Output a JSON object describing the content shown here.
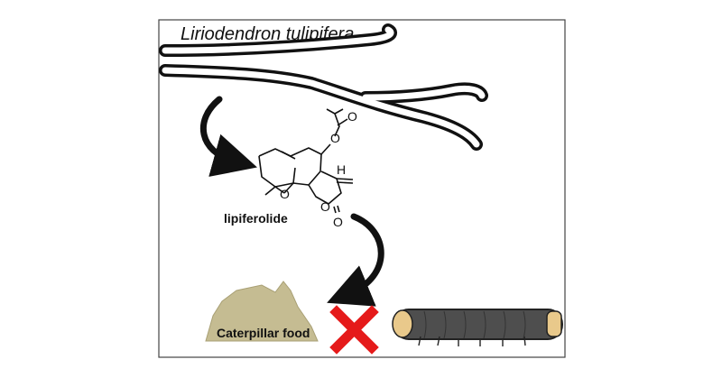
{
  "diagram": {
    "species_name": "Liriodendron tulipifera",
    "compound_name": "lipiferolide",
    "food_label": "Caterpillar food",
    "atoms": {
      "o_ring": "O",
      "o_lactone": "O",
      "o_carbonyl": "O",
      "o_acetate": "O",
      "o_ester": "O",
      "h": "H"
    },
    "colors": {
      "border": "#444444",
      "branch": "#111111",
      "arrow": "#111111",
      "food": "#c5bc92",
      "food_edge": "#a9a075",
      "cross": "#e51a1a",
      "caterpillar_body": "#4e4e4e",
      "caterpillar_head": "#e9c98b"
    },
    "icons": [
      "tree-branch-icon",
      "curved-arrow-icon",
      "molecule-structure-icon",
      "food-pile-icon",
      "red-cross-icon",
      "caterpillar-icon"
    ]
  }
}
